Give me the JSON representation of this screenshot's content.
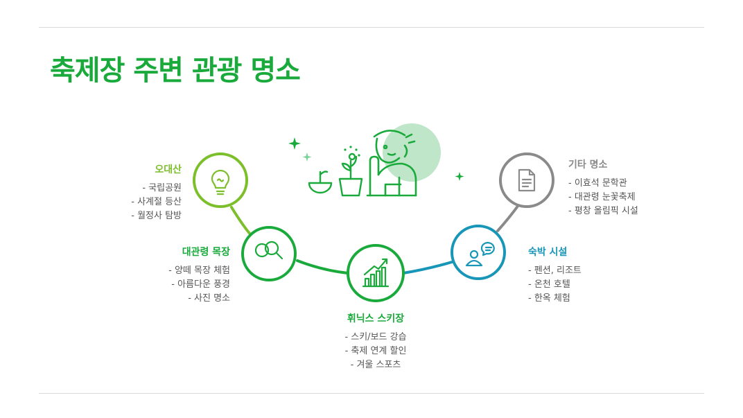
{
  "title": "축제장 주변 관광 명소",
  "colors": {
    "green": "#1aaa3c",
    "lime": "#7cbf2a",
    "blue": "#1896b8",
    "gray": "#8a8a8a",
    "mint": "#bfe6c8"
  },
  "nodes": [
    {
      "id": "odaesan",
      "label": "오대산",
      "icon": "lightbulb-icon",
      "color": "#7cbf2a",
      "items": [
        "국립공원",
        "사계절 등산",
        "월정사 탐방"
      ]
    },
    {
      "id": "daegwallyeong",
      "label": "대관령 목장",
      "icon": "magnifier-icon",
      "color": "#1aaa3c",
      "items": [
        "양떼 목장 체험",
        "아름다운 풍경",
        "사진 명소"
      ]
    },
    {
      "id": "phoenix",
      "label": "휘닉스 스키장",
      "icon": "chart-growth-icon",
      "color": "#1aaa3c",
      "items": [
        "스키/보드 강습",
        "축제 연계 할인",
        "겨울 스포츠"
      ]
    },
    {
      "id": "lodging",
      "label": "숙박 시설",
      "icon": "chat-person-icon",
      "color": "#1896b8",
      "items": [
        "펜션, 리조트",
        "온천 호텔",
        "한옥 체험"
      ]
    },
    {
      "id": "others",
      "label": "기타 명소",
      "icon": "document-icon",
      "color": "#8a8a8a",
      "items": [
        "이효석 문학관",
        "대관령 눈꽃축제",
        "평창 올림픽 시설"
      ]
    }
  ]
}
